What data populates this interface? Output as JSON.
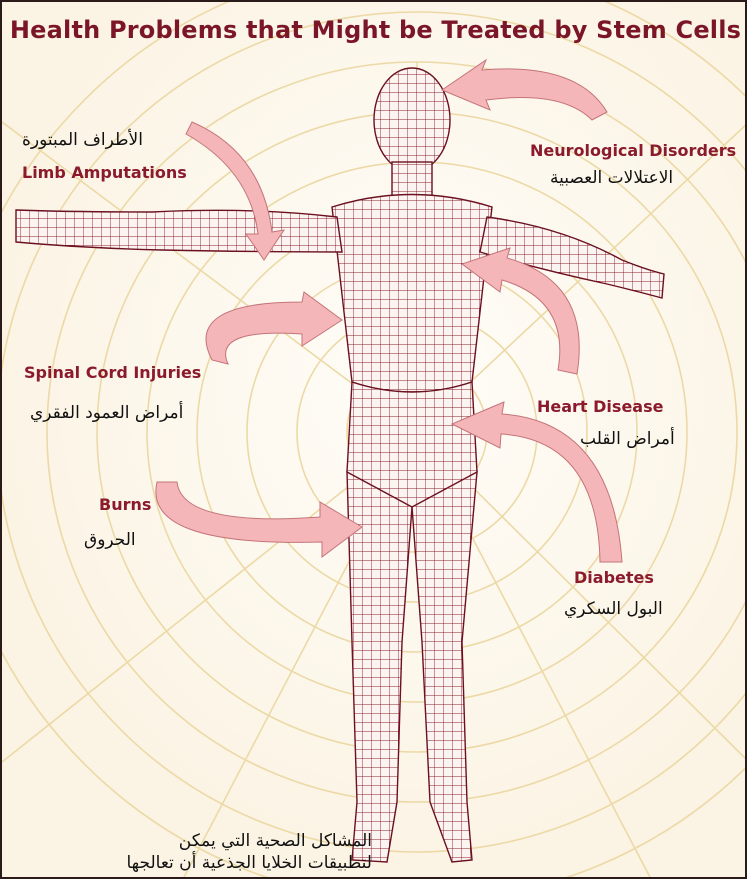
{
  "title": "Health Problems that Might be Treated by Stem Cells",
  "labels": {
    "limb": {
      "en": "Limb Amputations",
      "ar": "الأطراف المبتورة"
    },
    "neuro": {
      "en": "Neurological Disorders",
      "ar": "الاعتلالات العصبية"
    },
    "spinal": {
      "en": "Spinal Cord Injuries",
      "ar": "أمراض العمود الفقري"
    },
    "heart": {
      "en": "Heart Disease",
      "ar": "أمراض القلب"
    },
    "burns": {
      "en": "Burns",
      "ar": "الحروق"
    },
    "diabetes": {
      "en": "Diabetes",
      "ar": "البول السكري"
    }
  },
  "caption": {
    "line1": "المشاكل الصحية التي يمكن",
    "line2": "لتطبيقات الخلايا الجذعية أن تعالجها"
  },
  "colors": {
    "title": "#7b1628",
    "label": "#8a1a2c",
    "arrow": "#f4b6b8",
    "mesh": "#8a1e2e",
    "circles": "#ecd9a6"
  }
}
